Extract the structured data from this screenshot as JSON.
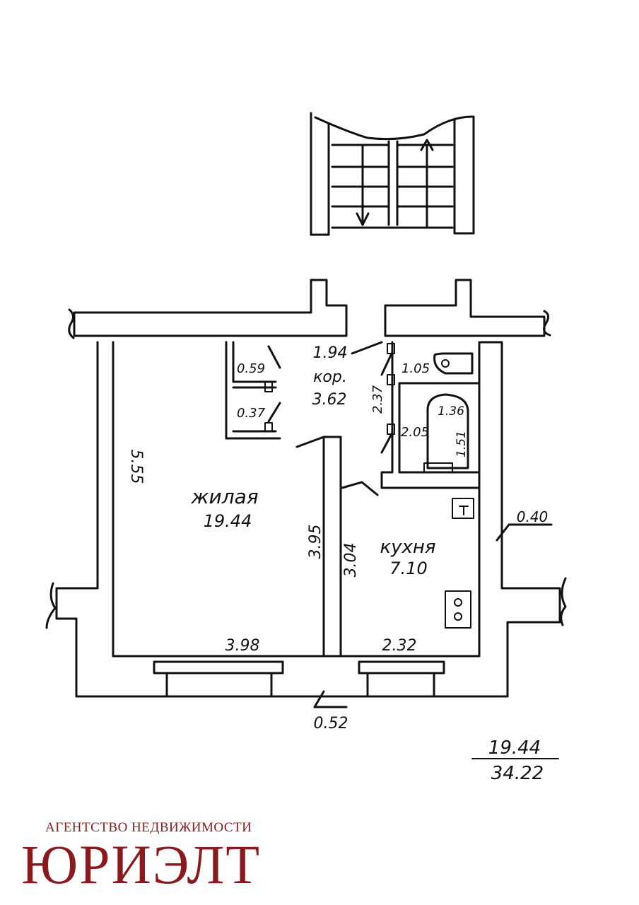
{
  "plan": {
    "rooms": {
      "living": {
        "name": "жилая",
        "area": "19.44"
      },
      "kitchen": {
        "name": "кухня",
        "area": "7.10"
      },
      "corridor": {
        "name": "кор.",
        "area": "3.62",
        "width": "1.94"
      },
      "closet_upper": {
        "area": "0.59"
      },
      "closet_lower": {
        "area": "0.37"
      },
      "toilet": {
        "area": "1.05"
      },
      "bathroom": {
        "area": "2.05"
      },
      "bathtub": {
        "width": "1.36",
        "length": "1.51"
      }
    },
    "dimensions": {
      "living_height": "5.55",
      "living_width": "3.98",
      "partition_length": "3.95",
      "kitchen_height": "3.04",
      "kitchen_width": "2.32",
      "bath_block": "2.37",
      "wall_right": "0.40",
      "wall_bottom": "0.52"
    },
    "totals": {
      "living_area": "19.44",
      "total_area": "34.22"
    }
  },
  "branding": {
    "subtitle": "АГЕНТСТВО НЕДВИЖИМОСТИ",
    "name": "ЮРИЭЛТ",
    "color": "#8b1a1f"
  }
}
